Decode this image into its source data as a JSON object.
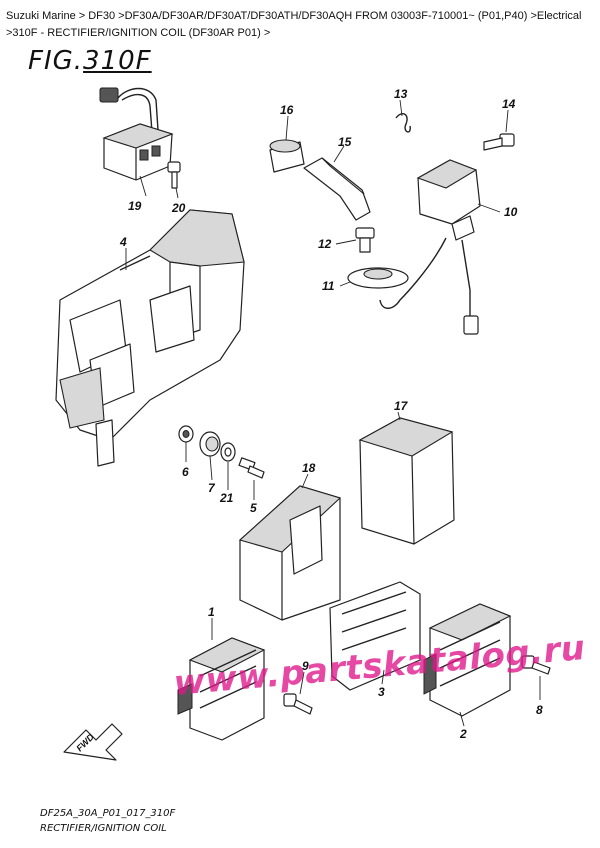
{
  "breadcrumb": "Suzuki Marine > DF30 >DF30A/DF30AR/DF30AT/DF30ATH/DF30AQH FROM 03003F-710001~ (P01,P40) >Electrical >310F - RECTIFIER/IGNITION COIL (DF30AR P01) >",
  "figure": {
    "prefix": "FIG.",
    "number": "310F"
  },
  "callouts": {
    "c1": "1",
    "c2": "2",
    "c3": "3",
    "c4": "4",
    "c5": "5",
    "c6": "6",
    "c7": "7",
    "c8": "8",
    "c9": "9",
    "c10": "10",
    "c11": "11",
    "c12": "12",
    "c13": "13",
    "c14": "14",
    "c15": "15",
    "c16": "16",
    "c17": "17",
    "c18": "18",
    "c19": "19",
    "c20": "20",
    "c21": "21"
  },
  "fwd_label": "FWD",
  "watermark": "www.partskatalog.ru",
  "footer": {
    "code": "DF25A_30A_P01_017_310F",
    "name": "RECTIFIER/IGNITION COIL"
  }
}
